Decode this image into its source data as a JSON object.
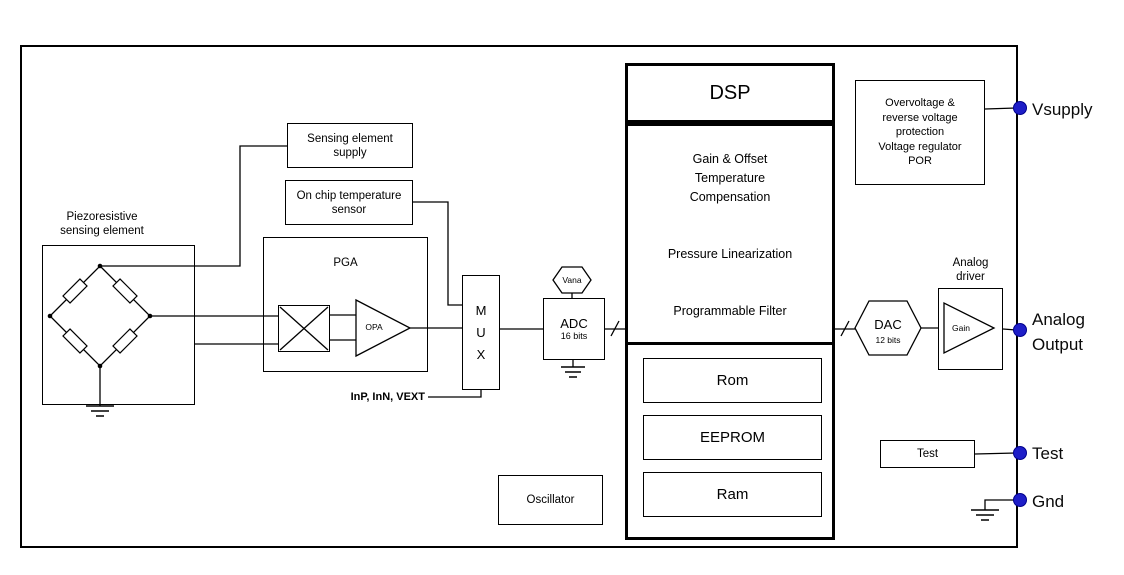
{
  "colors": {
    "pin": "#1e1ec8",
    "pin_stroke": "#00008b",
    "line": "#000000"
  },
  "blocks": {
    "piezo_label": [
      "Piezoresistive",
      "sensing element"
    ],
    "sensing_supply": [
      "Sensing element",
      "supply"
    ],
    "temp_sensor": [
      "On chip temperature",
      "sensor"
    ],
    "pga": "PGA",
    "opa": "OPA",
    "mux": [
      "M",
      "U",
      "X"
    ],
    "vana": "Vana",
    "adc": "ADC",
    "adc_res": "16 bits",
    "ext_inputs": "InP, InN, VEXT",
    "dsp": "DSP",
    "dsp_functions": [
      "Gain & Offset",
      "Temperature",
      "Compensation",
      "Pressure Linearization",
      "Programmable Filter"
    ],
    "rom": "Rom",
    "eeprom": "EEPROM",
    "ram": "Ram",
    "oscillator": "Oscillator",
    "dac": "DAC",
    "dac_res": "12 bits",
    "driver_label": [
      "Analog",
      "driver"
    ],
    "gain": "Gain",
    "protection": [
      "Overvoltage &",
      "reverse voltage",
      "protection",
      "Voltage regulator",
      "POR"
    ],
    "test": "Test"
  },
  "pins": {
    "vsupply": "Vsupply",
    "analog_out": [
      "Analog",
      "Output"
    ],
    "test": "Test",
    "gnd": "Gnd"
  }
}
